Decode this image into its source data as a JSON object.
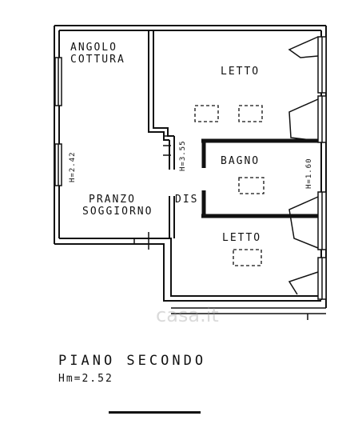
{
  "rooms": {
    "kitchen": "ANGOLO\nCOTTURA",
    "bedroom_top": "LETTO",
    "bathroom": "BAGNO",
    "corridor": "DIS",
    "living": "PRANZO\nSOGGIORNO",
    "bedroom_bottom": "LETTO"
  },
  "heights": {
    "left": "H=2.42",
    "center": "H=3.55",
    "right": "H=1.60"
  },
  "floor": {
    "title": "PIANO SECONDO",
    "avg_height": "Hm=2.52"
  },
  "watermark": "casa.it",
  "colors": {
    "line": "#111111",
    "background": "#ffffff",
    "watermark": "#969696"
  }
}
